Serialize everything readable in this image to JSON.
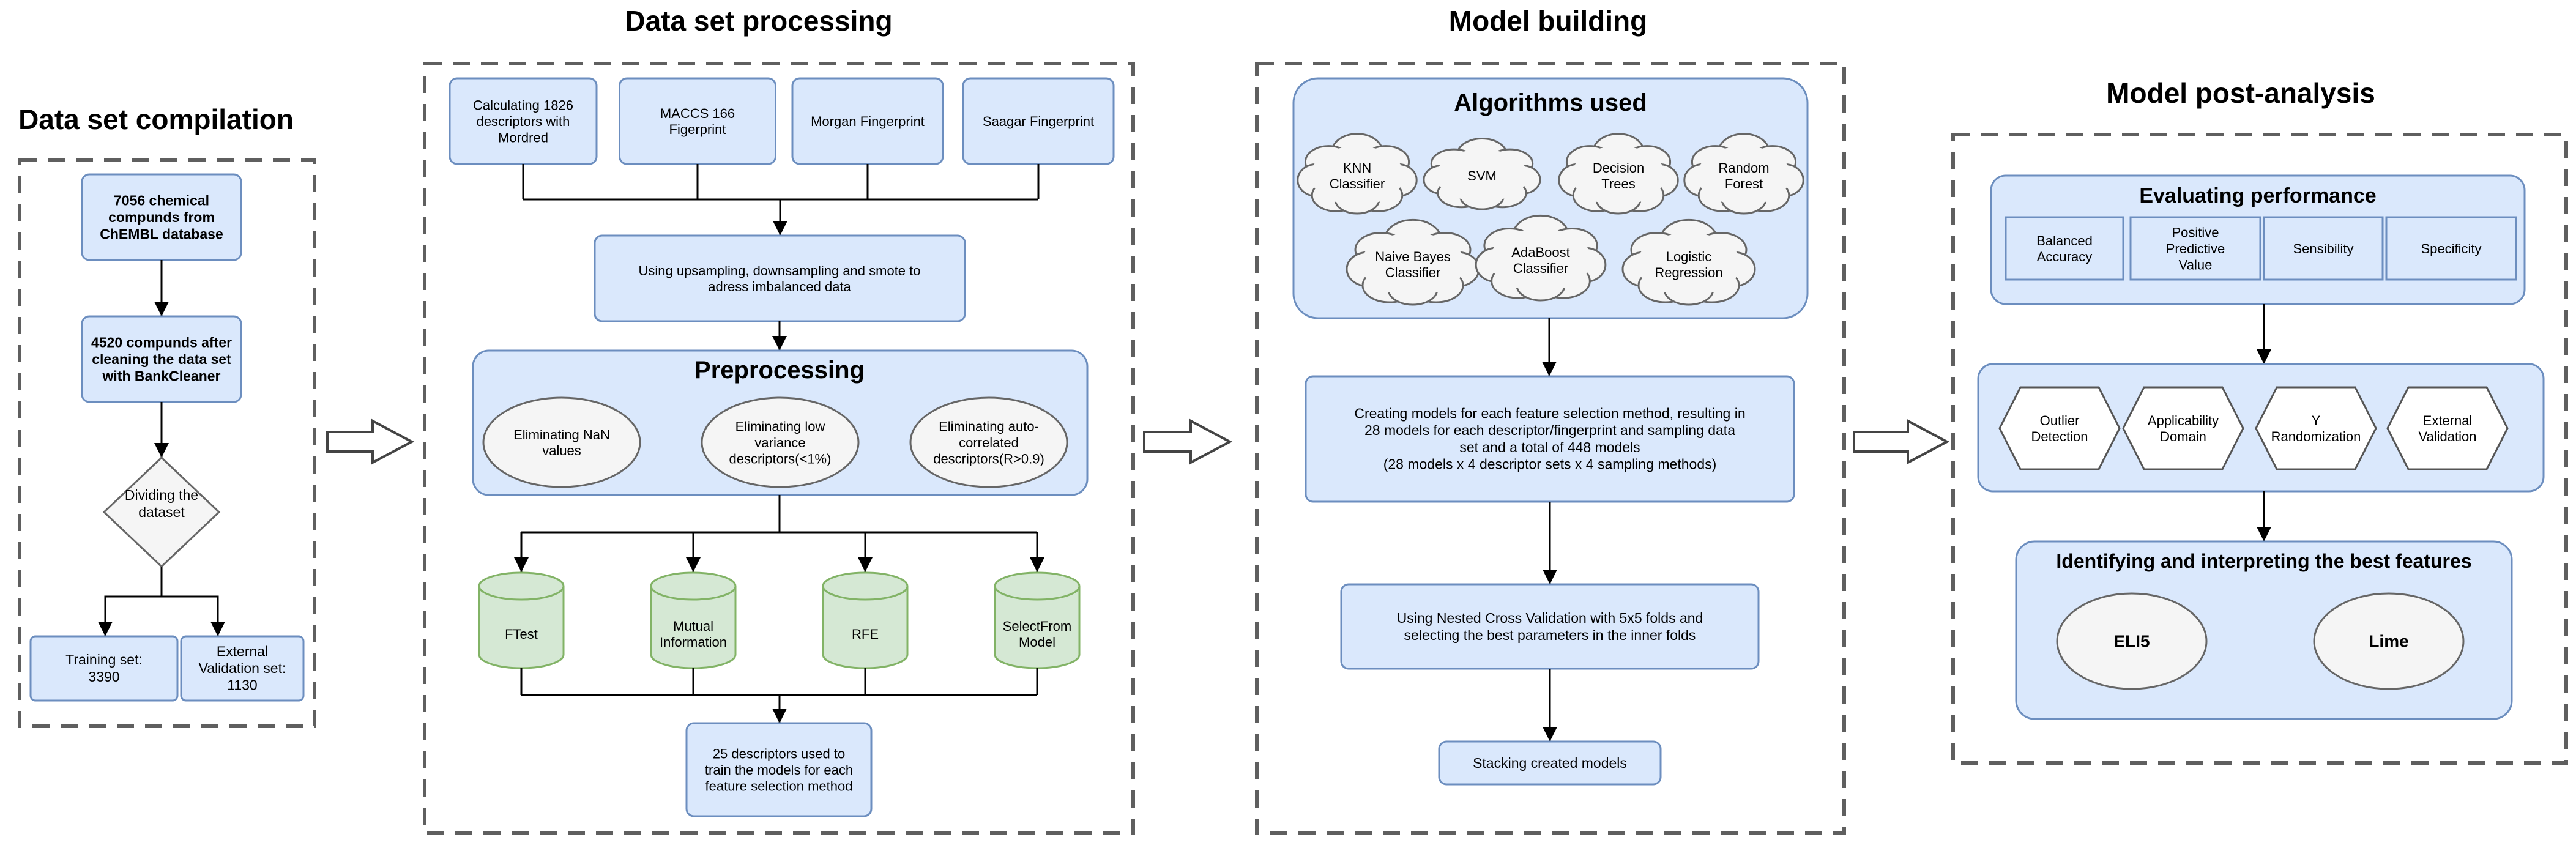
{
  "sections": {
    "compilation": {
      "title": "Data set compilation",
      "source": [
        "7056 chemical",
        "compunds from",
        "ChEMBL database"
      ],
      "cleaned": [
        "4520 compunds after",
        "cleaning the data set",
        "with BankCleaner"
      ],
      "split": [
        "Dividing the",
        "dataset"
      ],
      "training": [
        "Training set:",
        "3390"
      ],
      "external": [
        "External",
        "Validation set:",
        "1130"
      ]
    },
    "processing": {
      "title": "Data set processing",
      "descriptors": [
        [
          "Calculating 1826",
          "descriptors with",
          "Mordred"
        ],
        [
          "MACCS 166",
          "Figerprint"
        ],
        [
          "Morgan Fingerprint"
        ],
        [
          "Saagar Fingerprint"
        ]
      ],
      "balancing": [
        "Using upsampling, downsampling and smote to",
        "adress imbalanced data"
      ],
      "preprocessing_title": "Preprocessing",
      "preprocessing_steps": [
        [
          "Eliminating NaN",
          "values"
        ],
        [
          "Eliminating low",
          "variance",
          "descriptors(<1%)"
        ],
        [
          "Eliminating auto-",
          "correlated",
          "descriptors(R>0.9)"
        ]
      ],
      "selection_methods": [
        [
          "FTest"
        ],
        [
          "Mutual",
          "Information"
        ],
        [
          "RFE"
        ],
        [
          "SelectFrom",
          "Model"
        ]
      ],
      "result": [
        "25 descriptors used to",
        "train the models for each",
        "feature selection method"
      ]
    },
    "building": {
      "title": "Model building",
      "algorithms_title": "Algorithms used",
      "algorithms": [
        [
          "KNN",
          "Classifier"
        ],
        [
          "SVM"
        ],
        [
          "Decision",
          "Trees"
        ],
        [
          "Random",
          "Forest"
        ],
        [
          "Naive Bayes",
          "Classifier"
        ],
        [
          "AdaBoost",
          "Classifier"
        ],
        [
          "Logistic",
          "Regression"
        ]
      ],
      "models": [
        "Creating models for each feature selection method, resulting in",
        "28 models for each descriptor/fingerprint and sampling data",
        "set and a total of 448 models",
        "(28 models x 4 descriptor sets x 4 sampling methods)"
      ],
      "cv": [
        "Using Nested Cross Validation with 5x5 folds and",
        "selecting the best parameters in the inner folds"
      ],
      "stacking": [
        "Stacking created models"
      ]
    },
    "post": {
      "title": "Model post-analysis",
      "eval_title": "Evaluating performance",
      "metrics": [
        [
          "Balanced",
          "Accuracy"
        ],
        [
          "Positive",
          "Predictive",
          "Value"
        ],
        [
          "Sensibility"
        ],
        [
          "Specificity"
        ]
      ],
      "validation": [
        [
          "Outlier",
          "Detection"
        ],
        [
          "Applicability",
          "Domain"
        ],
        [
          "Y",
          "Randomization"
        ],
        [
          "External",
          "Validation"
        ]
      ],
      "features_title": "Identifying and interpreting the best features",
      "tools": [
        "ELI5",
        "Lime"
      ]
    }
  },
  "colors": {
    "box_fill": "#dae8fc",
    "box_stroke": "#6c8ebf",
    "ellipse_fill": "#f5f5f5",
    "ellipse_stroke": "#666666",
    "cyl_fill": "#d5e8d4",
    "cyl_stroke": "#82b366",
    "line": "#000000",
    "dash": "#5f5f5f"
  }
}
